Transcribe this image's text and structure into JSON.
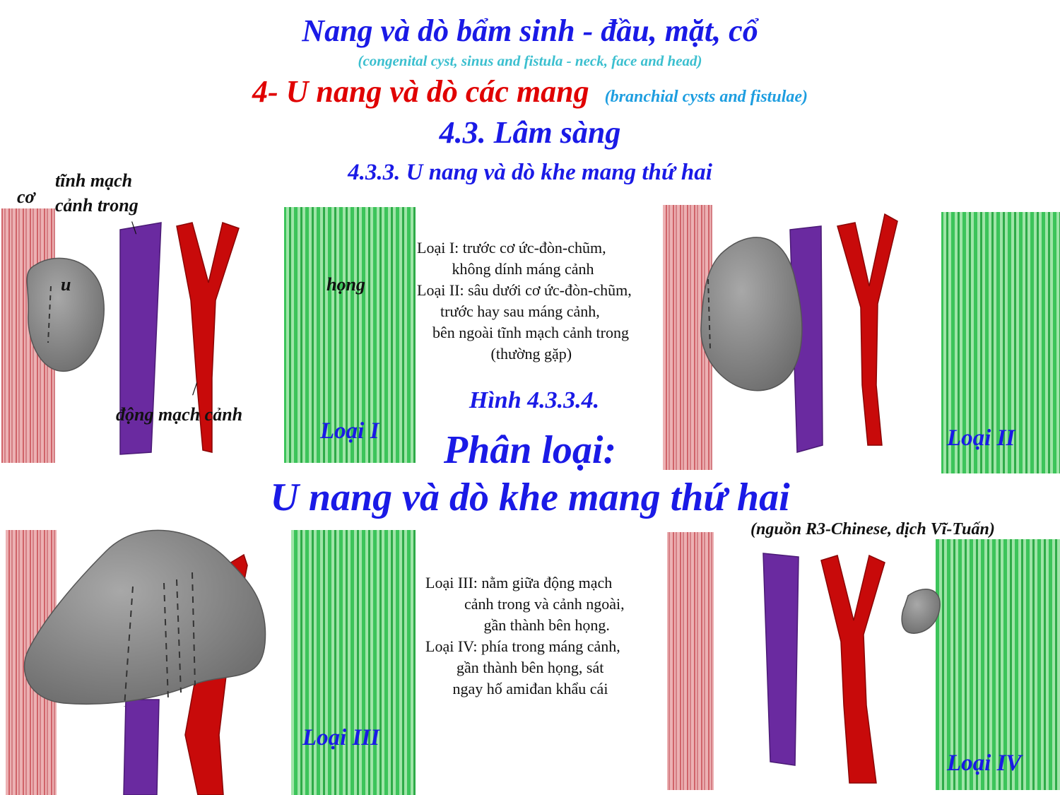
{
  "header": {
    "title": "Nang và dò bẩm sinh - đầu, mặt, cổ",
    "subtitle": "(congenital cyst, sinus and fistula - neck, face and head)",
    "section": "4- U nang và dò các mang",
    "section_en": "(branchial cysts and fistulae)",
    "subsection": "4.3. Lâm sàng",
    "subsubsection": "4.3.3. U nang và dò khe mang thứ hai"
  },
  "labels": {
    "muscle": "cơ",
    "jugular": "tĩnh mạch\ncảnh trong",
    "jugular_tick": "\\",
    "cyst": "u",
    "pharynx": "họng",
    "carotid_tick": "/",
    "carotid": "động mạch cảnh"
  },
  "types": {
    "type1": "Loại I",
    "type2": "Loại II",
    "type3": "Loại III",
    "type4": "Loại IV"
  },
  "descriptions": {
    "top": "Loại I: trước cơ ức-đòn-chũm,\n         không dính máng cảnh\nLoại II: sâu dưới cơ ức-đòn-chũm,\n      trước hay sau máng cảnh,\n    bên ngoài tĩnh mạch cảnh trong\n                   (thường gặp)",
    "bottom": "Loại III: nằm giữa động mạch\n          cảnh trong và cảnh ngoài,\n               gần thành bên họng.\nLoại IV: phía trong máng cảnh,\n        gần thành bên họng, sát\n       ngay hố amiđan khẩu cái"
  },
  "figure": {
    "caption": "Hình 4.3.3.4.",
    "class_label": "Phân loại:",
    "subject": "U nang và dò khe mang thứ hai",
    "source": "(nguồn R3-Chinese, dịch Vĩ-Tuấn)"
  },
  "colors": {
    "muscle": "#c8474f",
    "jugular_vein": "#6a2aa0",
    "carotid_artery": "#c80a0a",
    "pharynx": "#3cc45a",
    "cyst": "#8c8c8c",
    "heading_blue": "#1a1ae6",
    "heading_red": "#e00000"
  }
}
